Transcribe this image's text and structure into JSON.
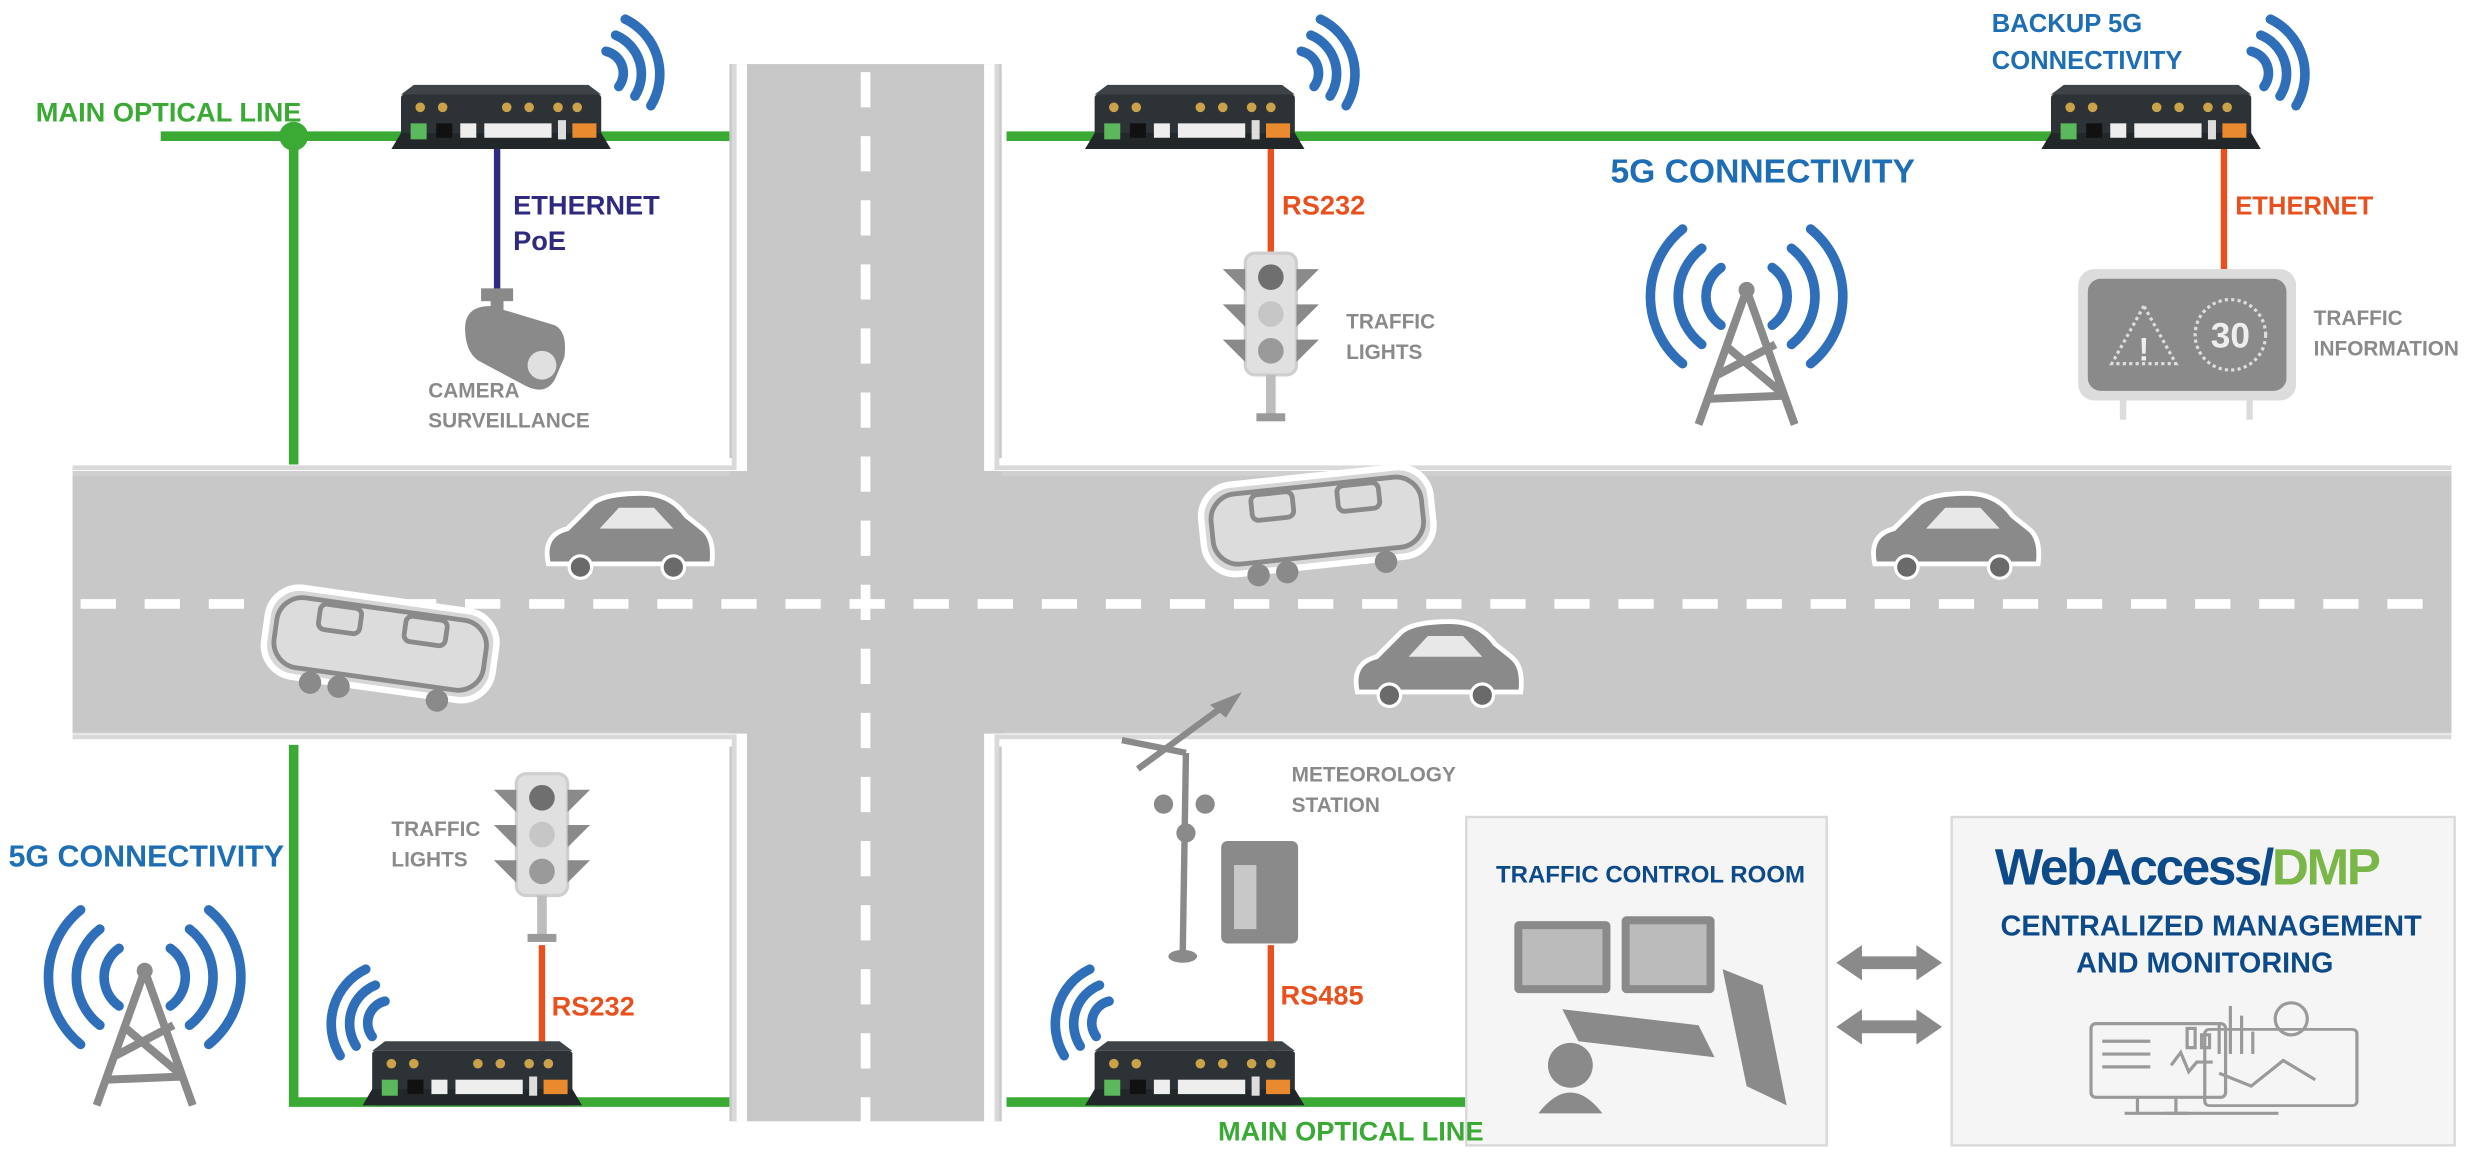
{
  "labels": {
    "main_optical_line_top": "MAIN OPTICAL LINE",
    "main_optical_line_bottom": "MAIN OPTICAL LINE",
    "ethernet_poe_1": "ETHERNET",
    "ethernet_poe_2": "PoE",
    "camera_1": "CAMERA",
    "camera_2": "SURVEILLANCE",
    "rs232_top": "RS232",
    "traffic_lights_top_1": "TRAFFIC",
    "traffic_lights_top_2": "LIGHTS",
    "connectivity_5g_top": "5G CONNECTIVITY",
    "backup_5g_1": "BACKUP 5G",
    "backup_5g_2": "CONNECTIVITY",
    "ethernet_right": "ETHERNET",
    "traffic_info_1": "TRAFFIC",
    "traffic_info_2": "INFORMATION",
    "speed_limit": "30",
    "warning_mark": "!",
    "connectivity_5g_left": "5G CONNECTIVITY",
    "traffic_lights_bottom_1": "TRAFFIC",
    "traffic_lights_bottom_2": "LIGHTS",
    "rs232_bottom": "RS232",
    "meteo_1": "METEOROLOGY",
    "meteo_2": "STATION",
    "rs485": "RS485",
    "control_room": "TRAFFIC CONTROL ROOM",
    "wa_brand_1": "WebAccess/",
    "wa_brand_2": "DMP",
    "wa_sub_1": "CENTRALIZED MANAGEMENT",
    "wa_sub_2": "AND MONITORING"
  },
  "colors": {
    "optical": "#3aaa35",
    "serial": "#e8501e",
    "poe": "#2e2a7f",
    "wireless": "#2f6fba",
    "road": "#c8c8c8",
    "brand_blue": "#0d4a8a",
    "brand_green": "#7ab648"
  }
}
